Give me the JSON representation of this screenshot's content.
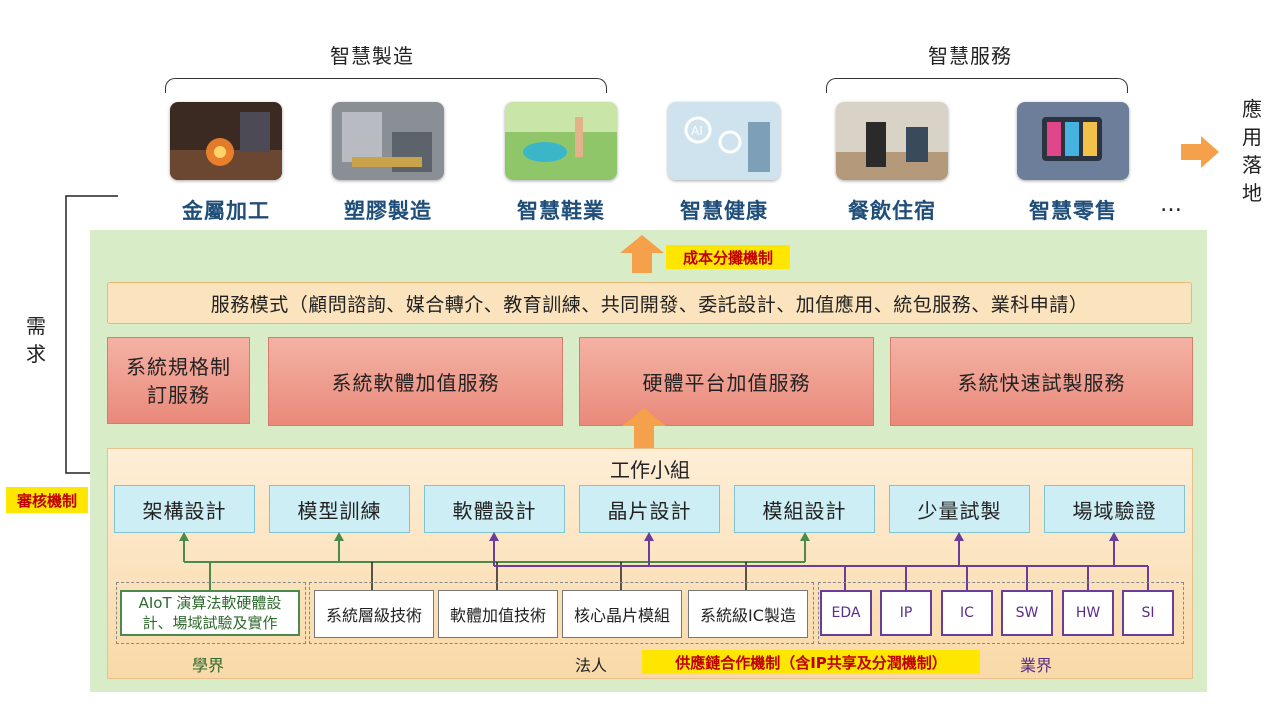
{
  "groups": {
    "manufacturing": "智慧製造",
    "services": "智慧服務"
  },
  "applications": [
    {
      "label": "金屬加工",
      "icon": "metal-processing-photo"
    },
    {
      "label": "塑膠製造",
      "icon": "plastics-factory-photo"
    },
    {
      "label": "智慧鞋業",
      "icon": "running-shoe-photo"
    },
    {
      "label": "智慧健康",
      "icon": "health-tech-photo"
    },
    {
      "label": "餐飲住宿",
      "icon": "hotel-robot-photo"
    },
    {
      "label": "智慧零售",
      "icon": "retail-tablet-photo"
    }
  ],
  "ellipsis": "…",
  "landing": "應用落地",
  "demand": "需求",
  "review_mechanism": "審核機制",
  "cost_mechanism": "成本分攤機制",
  "service_model": "服務模式（顧問諮詢、媒合轉介、教育訓練、共同開發、委託設計、加值應用、統包服務、業科申請）",
  "service_blocks": [
    "系統規格制訂服務",
    "系統軟體加值服務",
    "硬體平台加值服務",
    "系統快速試製服務"
  ],
  "work_group": {
    "title": "工作小組",
    "tasks": [
      "架構設計",
      "模型訓練",
      "軟體設計",
      "晶片設計",
      "模組設計",
      "少量試製",
      "場域驗證"
    ]
  },
  "academia": {
    "box": "AIoT 演算法軟硬體設計、場域試驗及實作",
    "label": "學界"
  },
  "legal": {
    "items": [
      "系統層級技術",
      "軟體加值技術",
      "核心晶片模組",
      "系統級IC製造"
    ],
    "label": "法人"
  },
  "industry": {
    "items": [
      "EDA",
      "IP",
      "IC",
      "SW",
      "HW",
      "SI"
    ],
    "label": "業界"
  },
  "supply_chain": "供應鏈合作機制（含IP共享及分潤機制）",
  "colors": {
    "green_line": "#4a8a4a",
    "purple_line": "#6a3d9a",
    "arrow_orange": "#f5a04a",
    "label_blue": "#1f4e79"
  }
}
